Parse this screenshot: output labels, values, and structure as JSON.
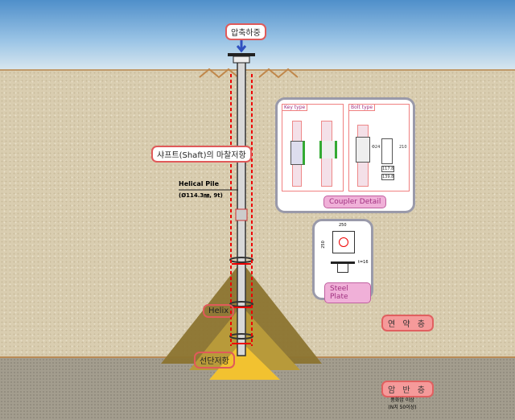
{
  "labels": {
    "load": "압축하중",
    "shaft_friction": "샤프트(Shaft)의 마찰저항",
    "pile_name": "Helical Pile",
    "pile_spec": "(Ø114.3㎜, 9t)",
    "helix": "Helix",
    "shear": "선단저항",
    "soft_layer": "연 약 층",
    "rock_layer": "암 반 층",
    "rock_note1": "풍화암 이상",
    "rock_note2": "(N치 50이상)"
  },
  "coupler": {
    "title": "Coupler Detail",
    "key_type": "Key type",
    "bolt_type": "Bolt type",
    "dim_hole": "Φ24",
    "dim_len": "210",
    "dim_w1": "117.8",
    "dim_w2": "139.8"
  },
  "plate": {
    "title": "Steel Plate",
    "dim_w": "250",
    "dim_h": "250",
    "dim_t": "t=16"
  }
}
